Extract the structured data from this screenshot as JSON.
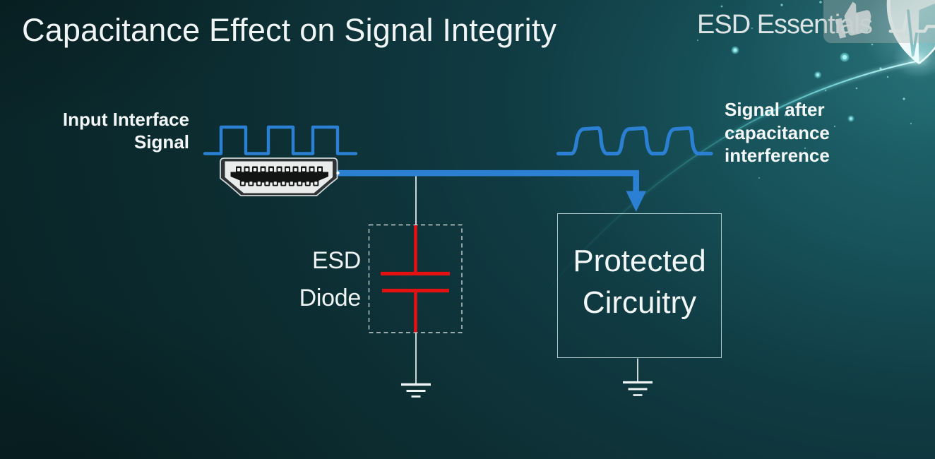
{
  "title": "Capacitance Effect on Signal Integrity",
  "brand": {
    "wordmark": "ESD Essentials",
    "logo": "shield-heartbeat"
  },
  "overlay": {
    "like_icon": "thumbs-up"
  },
  "diagram": {
    "input_label": "Input Interface\nSignal",
    "output_label": "Signal after\ncapacitance\ninterference",
    "esd_label": "ESD\nDiode",
    "protected_label": "Protected\nCircuitry"
  },
  "colors": {
    "signal_blue": "#2b80d3",
    "diode_red": "#e31111",
    "wire_white": "#eef4f4",
    "dash_border": "#c9d6d6",
    "streak_cyan": "#6fe7ec",
    "particle_cyan": "#a9f3f5"
  }
}
